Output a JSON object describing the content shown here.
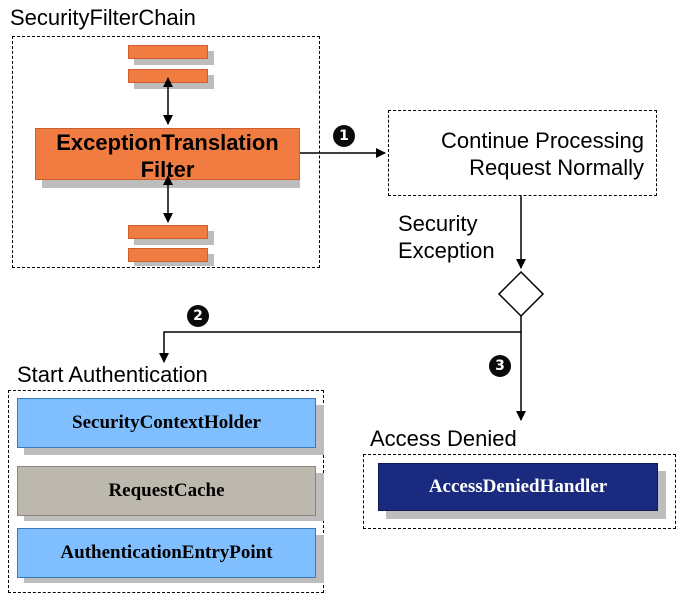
{
  "filter_chain": {
    "title": "SecurityFilterChain",
    "exception_filter_line1": "ExceptionTranslation",
    "exception_filter_line2": "Filter"
  },
  "continue_box": {
    "line1": "Continue Processing",
    "line2": "Request Normally"
  },
  "security_exception": {
    "line1": "Security",
    "line2": "Exception"
  },
  "start_authentication": {
    "title": "Start Authentication",
    "items": [
      {
        "label": "SecurityContextHolder",
        "color": "#7fbfff"
      },
      {
        "label": "RequestCache",
        "color": "#bdb8ad"
      },
      {
        "label": "AuthenticationEntryPoint",
        "color": "#7fbfff"
      }
    ]
  },
  "access_denied": {
    "title": "Access Denied",
    "handler_label": "AccessDeniedHandler",
    "handler_color": "#1a2b7f"
  },
  "steps": [
    {
      "label": "1",
      "glyph": "❶"
    },
    {
      "label": "2",
      "glyph": "❷"
    },
    {
      "label": "3",
      "glyph": "❸"
    }
  ],
  "colors": {
    "filter_orange": "#f07c42",
    "shadow_grey": "#bdbdbd"
  }
}
